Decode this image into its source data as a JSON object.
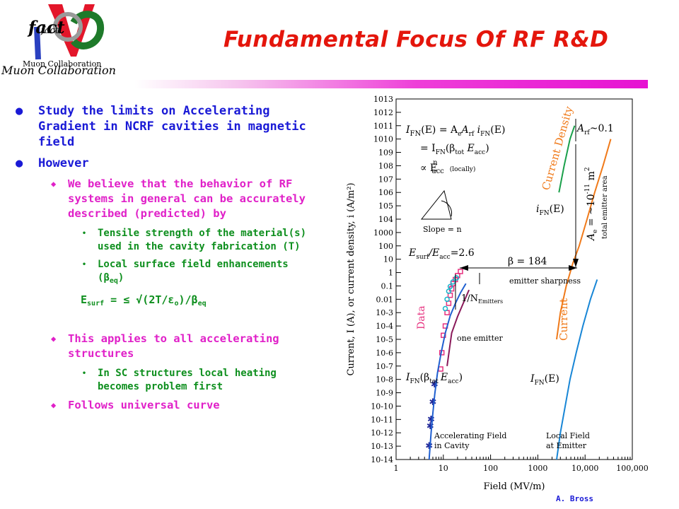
{
  "header": {
    "title": "Fundamental Focus Of RF R&D",
    "logo": {
      "word1": "fact",
      "word2": "fact",
      "caption1": "Muon Collaboration",
      "caption2": "Muon Collaboration",
      "icon": "mu-collaboration-logo"
    }
  },
  "bullets": {
    "b1": "Study the limits on Accelerating Gradient in NCRF cavities in magnetic field",
    "b2": "However",
    "b2_1": "We believe that the behavior of RF systems in general can be accurately described (predicted) by",
    "b2_1_1": "Tensile strength of the material(s) used in the cavity fabrication (T)",
    "b2_1_2_prefix": "Local surface field enhancements (",
    "b2_1_2_beta": "β",
    "b2_1_2_sub": "eq",
    "b2_1_2_suffix": ")",
    "eq_E": "E",
    "eq_surf": "surf",
    "eq_mid": " = ≤ √(2T/ε",
    "eq_o": "o",
    "eq_end": ")/β",
    "eq_eq": "eq",
    "b2_2": "This applies to all accelerating structures",
    "b2_2_1": "In SC structures local heating becomes problem first",
    "b2_3": "Follows universal curve"
  },
  "footer": {
    "credit": "A. Bross"
  },
  "chart_data": {
    "type": "scatter",
    "xlabel": "Field (MV/m)",
    "ylabel": "Current, I (A), or current density, i (A/m²)",
    "xscale": "log",
    "yscale": "log",
    "xlim": [
      1,
      100000
    ],
    "ylim": [
      1e-14,
      10000000000000.0
    ],
    "xticks": [
      "1",
      "10",
      "100",
      "1000",
      "10,000",
      "100,000"
    ],
    "yticks": [
      "10-14",
      "10-13",
      "10-12",
      "10-11",
      "10-10",
      "10-9",
      "10-8",
      "10-7",
      "10-6",
      "10-5",
      "10-4",
      "10-3",
      "0.01",
      "0.1",
      "1",
      "10",
      "100",
      "1000",
      "104",
      "105",
      "106",
      "107",
      "108",
      "109",
      "1010",
      "1011",
      "1012",
      "1013"
    ],
    "series": [
      {
        "name": "Data",
        "color": "#e6307e",
        "points": [
          [
            8.8,
            6e-08
          ],
          [
            9.3,
            1e-06
          ],
          [
            10,
            2e-05
          ],
          [
            11,
            0.0001
          ],
          [
            12,
            0.001
          ],
          [
            13,
            0.005
          ],
          [
            14,
            0.02
          ],
          [
            15,
            0.06
          ],
          [
            16,
            0.15
          ],
          [
            18,
            0.3
          ],
          [
            20,
            0.6
          ],
          [
            23,
            1.2
          ]
        ]
      },
      {
        "name": "",
        "color": "#17b6cc",
        "points": [
          [
            11,
            0.002
          ],
          [
            12,
            0.01
          ],
          [
            13,
            0.04
          ],
          [
            14,
            0.09
          ],
          [
            16,
            0.2
          ],
          [
            19,
            0.4
          ]
        ]
      },
      {
        "name": "",
        "color": "#222a9a",
        "points": [
          [
            6.5,
            4e-09
          ],
          [
            6,
            2e-10
          ],
          [
            5.5,
            1e-11
          ],
          [
            5.3,
            3e-12
          ],
          [
            5,
            1e-13
          ]
        ]
      },
      {
        "name": "Accelerating Field in Cavity",
        "color": "#1f5fd0",
        "points": [
          [
            5,
            1e-14
          ],
          [
            5.5,
            1e-12
          ],
          [
            6,
            3e-11
          ],
          [
            6.6,
            8e-10
          ],
          [
            7.5,
            3e-08
          ],
          [
            9,
            1e-06
          ],
          [
            11,
            3e-05
          ],
          [
            14,
            0.0006
          ],
          [
            18,
            0.005
          ],
          [
            23,
            0.03
          ],
          [
            30,
            0.15
          ]
        ]
      },
      {
        "name": "one emitter",
        "color": "#8a1a5a",
        "points": [
          [
            12,
            1e-07
          ],
          [
            15,
            3e-05
          ],
          [
            20,
            0.0005
          ],
          [
            27,
            0.006
          ],
          [
            35,
            0.05
          ]
        ]
      },
      {
        "name": "Current Density",
        "color": "#1aa04a",
        "points": [
          [
            2800,
            1000000.0
          ],
          [
            3600,
            100000000.0
          ],
          [
            4800,
            10000000000.0
          ],
          [
            6000,
            100000000000.0
          ]
        ]
      },
      {
        "name": "Current",
        "color": "#f07a1a",
        "points": [
          [
            2500,
            1e-05
          ],
          [
            3000,
            0.001
          ],
          [
            4000,
            0.1
          ],
          [
            5500,
            5
          ],
          [
            7500,
            100
          ],
          [
            11000,
            10000.0
          ],
          [
            16000,
            1000000.0
          ],
          [
            24000,
            100000000.0
          ],
          [
            35000,
            10000000000.0
          ]
        ]
      },
      {
        "name": "Local Field at Emitter",
        "color": "#1886d6",
        "points": [
          [
            2500,
            1e-14
          ],
          [
            3000,
            1e-12
          ],
          [
            3800,
            1e-10
          ],
          [
            4800,
            1e-08
          ],
          [
            6500,
            1e-06
          ],
          [
            9000,
            0.0001
          ],
          [
            13000,
            0.01
          ],
          [
            18000,
            0.3
          ]
        ]
      }
    ],
    "annotations": {
      "eq_line1_I": "I",
      "eq_line1_FN": "FN",
      "eq_line1_mid": "(E) = A",
      "eq_line1_e": "e",
      "eq_line1_A": "A",
      "eq_line1_rf": "rf",
      "eq_line1_i": " i",
      "eq_line1_FN2": "FN",
      "eq_line1_end": "(E)",
      "eq_line2": "= I",
      "eq_line2_FN": "FN",
      "eq_line2_beta": "(β",
      "eq_line2_tot": "tot",
      "eq_line2_E": " E",
      "eq_line2_acc": "acc",
      "eq_line2_end": ")",
      "eq_line3": "∝ E",
      "eq_line3_n": "n",
      "eq_line3_acc": "acc",
      "eq_line3_loc": "(locally)",
      "slope": "Slope = n",
      "ratio_E": "E",
      "ratio_surf": "surf",
      "ratio_slash": "/E",
      "ratio_acc": "acc",
      "ratio_val": "=2.6",
      "beta184": "β = 184",
      "emitter_sharpness": "emitter sharpness",
      "oneN": "1/N",
      "oneN_sub": "Emitters",
      "one_emitter": "one\nemitter",
      "data_label": "Data",
      "current_label": "Current",
      "current_density_label": "Current Density",
      "Arf_label": "A",
      "Arf_sub": "rf",
      "Arf_val": "~0.1",
      "ifn_label": "i",
      "ifn_sub": "FN",
      "ifn_end": "(E)",
      "ae_text": "A",
      "ae_sub": "e",
      "ae_rest": " = ~10",
      "ae_exp": "-11",
      "ae_unit": " m",
      "ae_exp2": "2",
      "ae_caption": "total emitter area",
      "ifn_low": "I",
      "ifn_low_sub": "FN",
      "ifn_low_beta": "(β",
      "ifn_low_tot": "tot",
      "ifn_low_E": "E",
      "ifn_low_acc": "acc",
      "ifn_low_end": ")",
      "ifn_low2": "I",
      "ifn_low2_sub": "FN",
      "ifn_low2_end": "(E)",
      "acc_field_line1": "Accelerating Field",
      "acc_field_line2": "in Cavity",
      "local_field_line1": "Local Field",
      "local_field_line2": "at Emitter"
    }
  }
}
